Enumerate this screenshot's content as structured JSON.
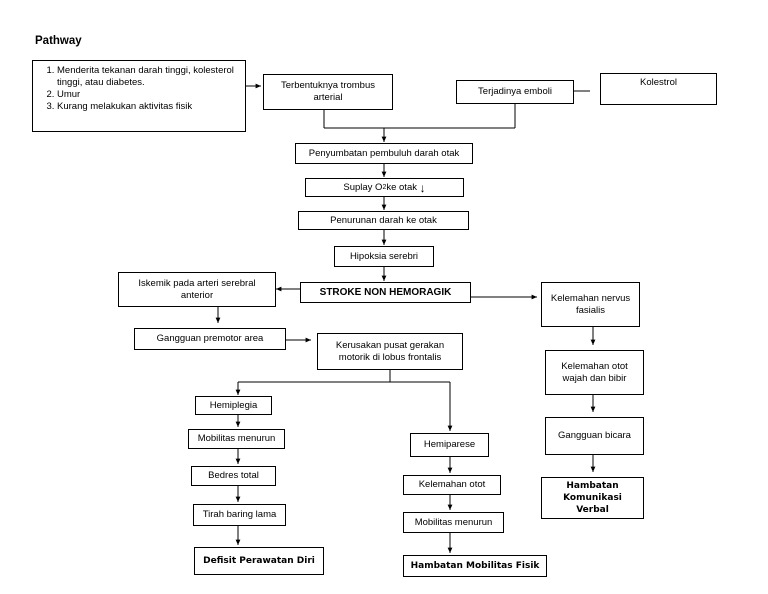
{
  "title": "Pathway",
  "risk_factors": [
    "Menderita tekanan darah tinggi, kolesterol tinggi, atau diabetes.",
    "Umur",
    "Kurang melakukan aktivitas fisik"
  ],
  "nodes": {
    "trombus": "Terbentuknya trombus arterial",
    "emboli": "Terjadinya emboli",
    "kolestrol": "Kolestrol",
    "penyumbatan": "Penyumbatan pembuluh darah otak",
    "suplay_prefix": "Suplay O",
    "suplay_sub": "2",
    "suplay_suffix": " ke otak",
    "suplay_arrow": "↓",
    "penurunan": "Penurunan darah ke otak",
    "hipoksia": "Hipoksia serebri",
    "stroke": "STROKE NON HEMORAGIK",
    "iskemik": "Iskemik pada arteri serebral anterior",
    "gangguan_premotor": "Gangguan premotor area",
    "kerusakan": "Kerusakan pusat gerakan motorik  di lobus frontalis",
    "kelemahan_nervus": "Kelemahan nervus fasialis",
    "kelemahan_wajah": "Kelemahan otot wajah dan bibir",
    "gangguan_bicara": "Gangguan bicara",
    "hambatan_verbal": "Hambatan Komunikasi Verbal",
    "hemiplegia": "Hemiplegia",
    "mobilitas1": "Mobilitas menurun",
    "bedres": "Bedres total",
    "tirah": "Tirah baring lama",
    "defisit": "Defisit Perawatan Diri",
    "hemiparese": "Hemiparese",
    "kelemahan_otot": "Kelemahan otot",
    "mobilitas2": "Mobilitas menurun",
    "hambatan_fisik": "Hambatan Mobilitas Fisik"
  }
}
